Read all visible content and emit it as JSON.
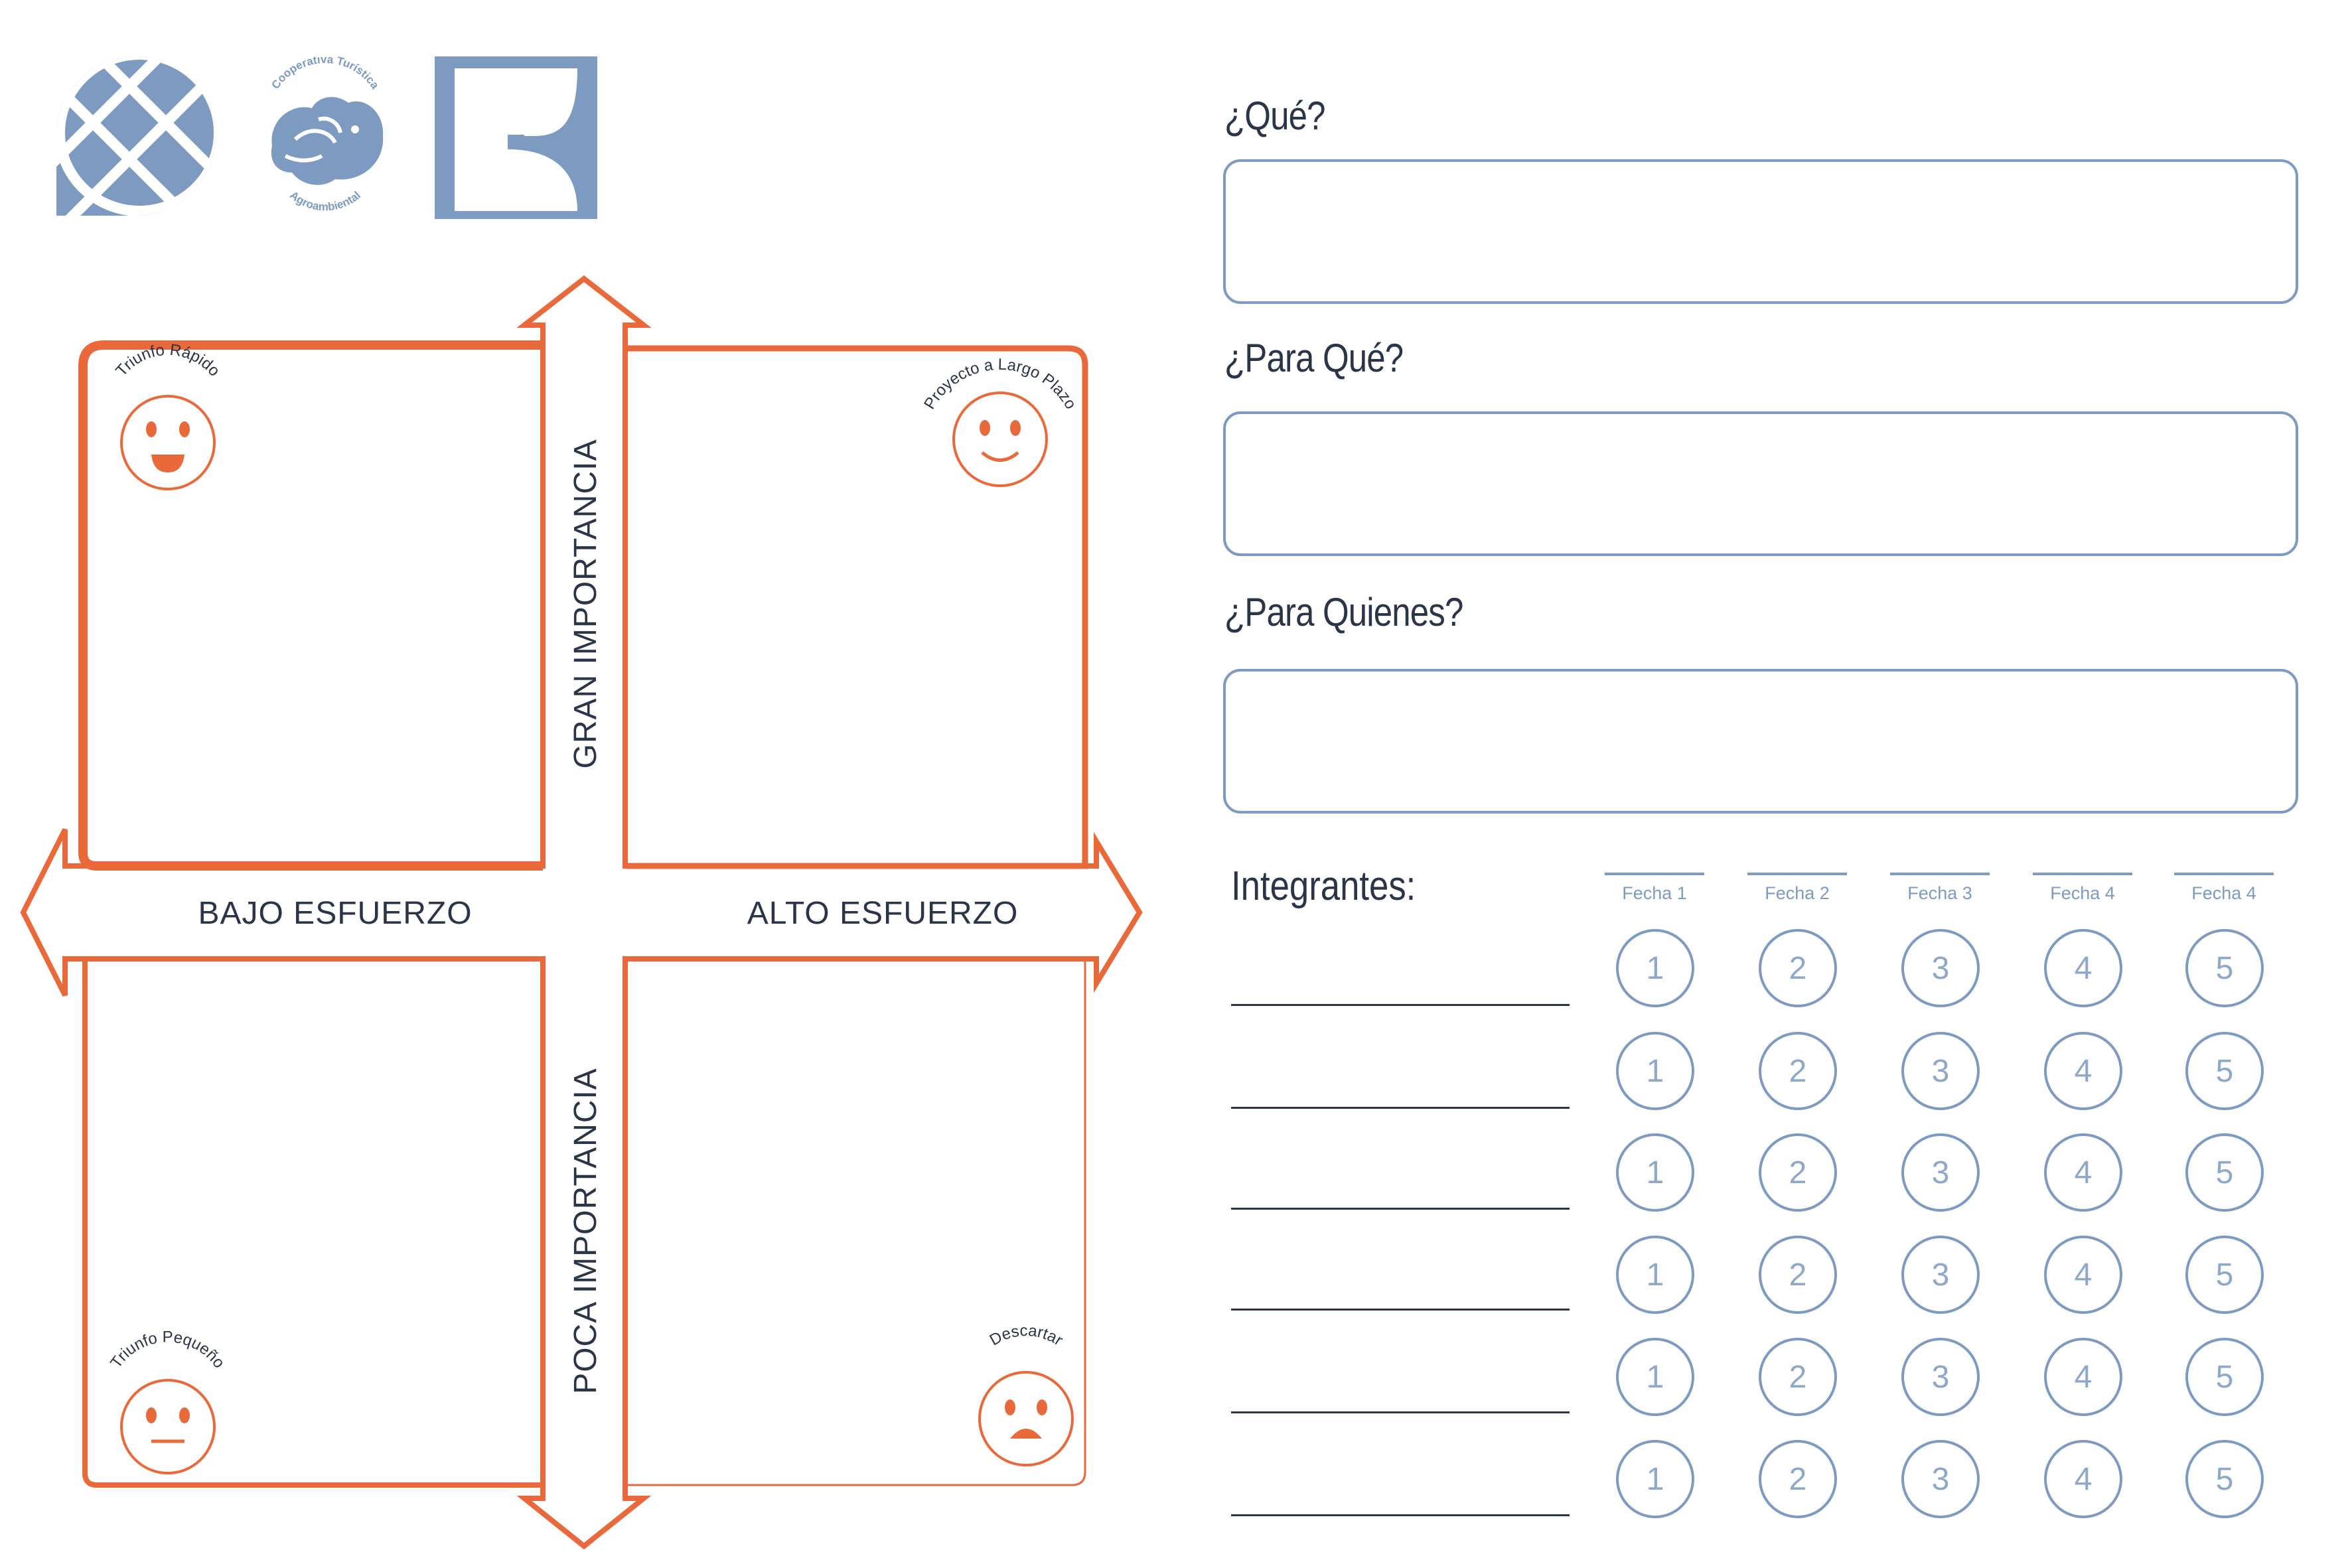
{
  "logos": [
    {
      "name": "globe-logo"
    },
    {
      "name": "cooperativa-logo",
      "text_top": "Cooperativa Turística",
      "text_bottom": "Agroambiental"
    },
    {
      "name": "k-logo"
    }
  ],
  "matrix": {
    "axis_top": "GRAN IMPORTANCIA",
    "axis_bottom": "POCA IMPORTANCIA",
    "axis_left": "BAJO ESFUERZO",
    "axis_right": "ALTO ESFUERZO",
    "quadrants": [
      {
        "label": "Triunfo Rápido",
        "face": "big-smile"
      },
      {
        "label": "Proyecto a Largo Plazo",
        "face": "smile"
      },
      {
        "label": "Triunfo Pequeño",
        "face": "neutral"
      },
      {
        "label": "Descartar",
        "face": "sad"
      }
    ],
    "accent_color": "#e9693b",
    "text_color": "#2b3548"
  },
  "questions": [
    {
      "label": "¿Qué?"
    },
    {
      "label": "¿Para Qué?"
    },
    {
      "label": "¿Para Quienes?"
    }
  ],
  "integrantes": {
    "title": "Integrantes:",
    "fechas": [
      "Fecha 1",
      "Fecha 2",
      "Fecha 3",
      "Fecha 4",
      "Fecha 4"
    ],
    "rows": 6,
    "scale": [
      "1",
      "2",
      "3",
      "4",
      "5"
    ],
    "scale_color": "#7d9bc1"
  }
}
